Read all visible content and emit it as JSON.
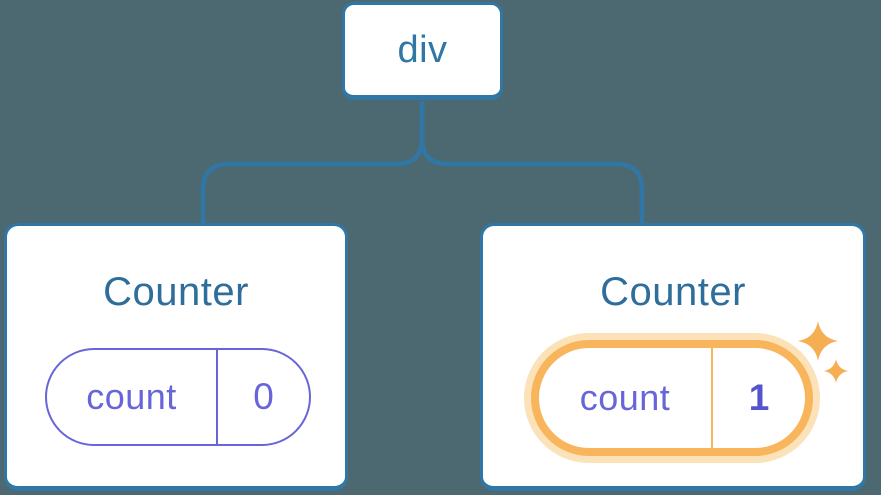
{
  "diagram": {
    "description": "React render tree: a div root element with two Counter component children; the second Counter's state was updated (count = 1) and is highlighted with sparkles."
  },
  "tree": {
    "root": {
      "label": "div"
    },
    "children": [
      {
        "title": "Counter",
        "state": {
          "key": "count",
          "value": "0"
        },
        "highlighted": false
      },
      {
        "title": "Counter",
        "state": {
          "key": "count",
          "value": "1"
        },
        "highlighted": true,
        "badge_icon": "sparkles-icon"
      }
    ]
  },
  "colors": {
    "background": "#4C6972",
    "node_border_blue": "#3077A6",
    "title_blue": "#2F6D9A",
    "state_purple": "#6765D9",
    "value_bold_purple": "#5553CD",
    "highlight_orange": "#F9B55C",
    "highlight_glow": "#FBE2B8",
    "sparkle_orange": "#F6AE53",
    "card_background": "#FFFFFF"
  }
}
